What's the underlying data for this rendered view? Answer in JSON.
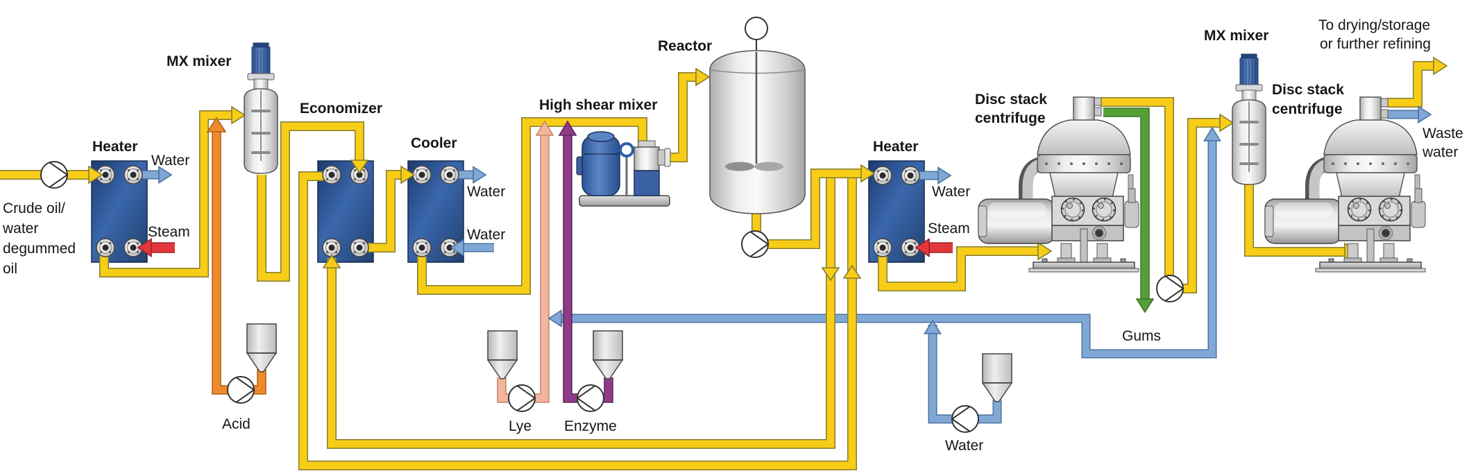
{
  "labels": {
    "feed_lines": [
      "Crude oil/",
      "water",
      "degummed",
      "oil"
    ],
    "heater1": "Heater",
    "heater1_water": "Water",
    "heater1_steam": "Steam",
    "mx_mixer1": "MX mixer",
    "acid": "Acid",
    "economizer": "Economizer",
    "cooler": "Cooler",
    "cooler_water_out": "Water",
    "cooler_water_in": "Water",
    "high_shear_mixer": "High shear mixer",
    "lye": "Lye",
    "enzyme": "Enzyme",
    "reactor": "Reactor",
    "heater2": "Heater",
    "heater2_water": "Water",
    "heater2_steam": "Steam",
    "centrifuge1_lines": [
      "Disc stack",
      "centrifuge"
    ],
    "gums": "Gums",
    "water_supply": "Water",
    "mx_mixer2": "MX mixer",
    "centrifuge2_lines": [
      "Disc stack",
      "centrifuge"
    ],
    "output_lines": [
      "To drying/storage",
      "or further refining"
    ],
    "waste_water_lines": [
      "Waste",
      "water"
    ]
  },
  "stream_colors": {
    "oil": "#F7CD18",
    "water": "#7FA8D6",
    "steam": "#E2383C",
    "acid": "#EE8A2B",
    "lye": "#F4B59E",
    "enzyme": "#8F3B87",
    "gums": "#55A038",
    "heat_exchanger_blue": "#2C4E8E"
  }
}
